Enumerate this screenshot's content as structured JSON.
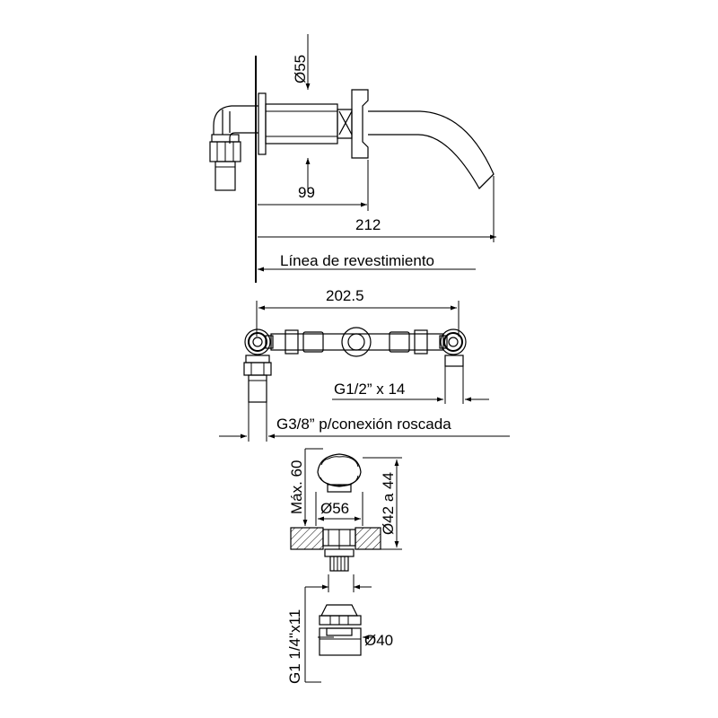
{
  "dimensions": {
    "d55": "Ø55",
    "d99": "99",
    "d212": "212",
    "revestimiento": "Línea de revestimiento",
    "d202_5": "202.5",
    "g12": "G1/2” x 14",
    "g38": "G3/8” p/conexión roscada",
    "max60": "Máx. 60",
    "d56": "Ø56",
    "d42_44": "Ø42 a 44",
    "g114": "G1 1/4\"x11",
    "d40": "Ø40"
  }
}
